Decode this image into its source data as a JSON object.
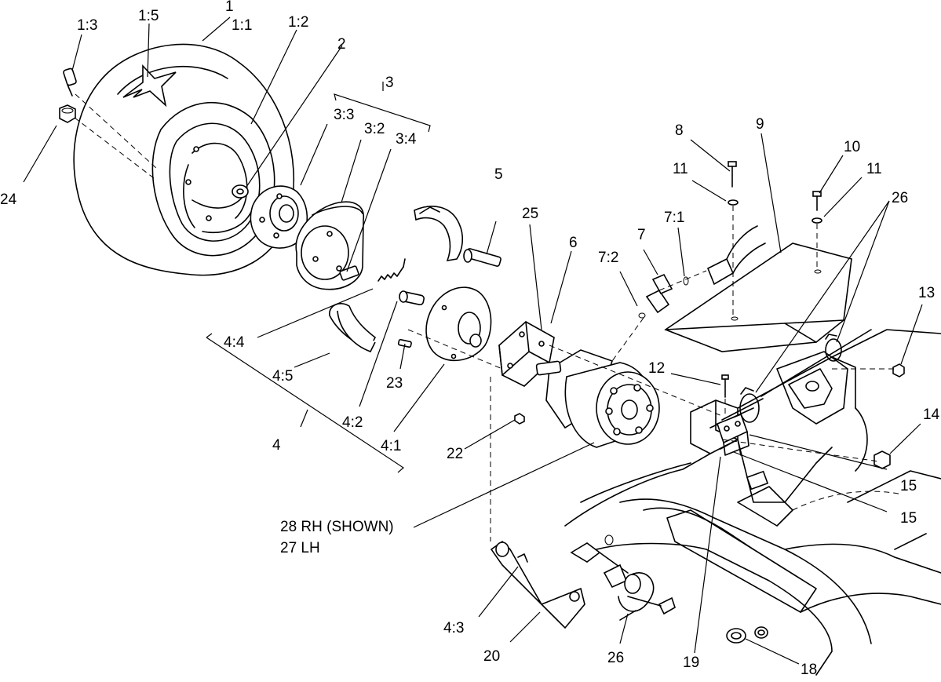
{
  "callouts": [
    {
      "id": "c1",
      "text": "1"
    },
    {
      "id": "c1-1",
      "text": "1:1"
    },
    {
      "id": "c1-2",
      "text": "1:2"
    },
    {
      "id": "c1-3",
      "text": "1:3"
    },
    {
      "id": "c1-5",
      "text": "1:5"
    },
    {
      "id": "c2",
      "text": "2"
    },
    {
      "id": "c3",
      "text": "3"
    },
    {
      "id": "c3-2",
      "text": "3:2"
    },
    {
      "id": "c3-3",
      "text": "3:3"
    },
    {
      "id": "c3-4",
      "text": "3:4"
    },
    {
      "id": "c4",
      "text": "4"
    },
    {
      "id": "c4-1",
      "text": "4:1"
    },
    {
      "id": "c4-2",
      "text": "4:2"
    },
    {
      "id": "c4-3",
      "text": "4:3"
    },
    {
      "id": "c4-4",
      "text": "4:4"
    },
    {
      "id": "c4-5",
      "text": "4:5"
    },
    {
      "id": "c5",
      "text": "5"
    },
    {
      "id": "c6",
      "text": "6"
    },
    {
      "id": "c7",
      "text": "7"
    },
    {
      "id": "c7-1",
      "text": "7:1"
    },
    {
      "id": "c7-2",
      "text": "7:2"
    },
    {
      "id": "c8",
      "text": "8"
    },
    {
      "id": "c9",
      "text": "9"
    },
    {
      "id": "c10",
      "text": "10"
    },
    {
      "id": "c11a",
      "text": "11"
    },
    {
      "id": "c11b",
      "text": "11"
    },
    {
      "id": "c12",
      "text": "12"
    },
    {
      "id": "c13",
      "text": "13"
    },
    {
      "id": "c14",
      "text": "14"
    },
    {
      "id": "c15a",
      "text": "15"
    },
    {
      "id": "c15b",
      "text": "15"
    },
    {
      "id": "c18",
      "text": "18"
    },
    {
      "id": "c19",
      "text": "19"
    },
    {
      "id": "c20",
      "text": "20"
    },
    {
      "id": "c22",
      "text": "22"
    },
    {
      "id": "c23",
      "text": "23"
    },
    {
      "id": "c24",
      "text": "24"
    },
    {
      "id": "c25",
      "text": "25"
    },
    {
      "id": "c26a",
      "text": "26"
    },
    {
      "id": "c26b",
      "text": "26"
    },
    {
      "id": "c28",
      "text": "28 RH (SHOWN)"
    },
    {
      "id": "c27",
      "text": "27 LH"
    }
  ]
}
